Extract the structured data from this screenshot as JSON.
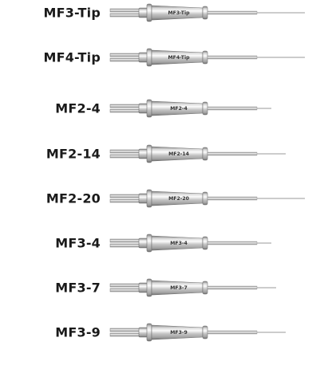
{
  "tips": [
    {
      "name": "MF3-Tip",
      "body_label": "MF3-Tip",
      "needle": "long"
    },
    {
      "name": "MF4-Tip",
      "body_label": "MF4-Tip",
      "needle": "long"
    },
    {
      "name": "MF2-4",
      "body_label": "MF2-4",
      "needle": "short"
    },
    {
      "name": "MF2-14",
      "body_label": "MF2-14",
      "needle": "medium"
    },
    {
      "name": "MF2-20",
      "body_label": "MF2-20",
      "needle": "long"
    },
    {
      "name": "MF3-4",
      "body_label": "MF3-4",
      "needle": "short"
    },
    {
      "name": "MF3-7",
      "body_label": "MF3-7",
      "needle": "short-medium"
    },
    {
      "name": "MF3-9",
      "body_label": "MF3-9",
      "needle": "medium"
    }
  ],
  "colors": {
    "label_text": "#1a1a1a",
    "metal_dark": "#8a8a8a",
    "metal_mid": "#c9c9c9",
    "metal_light": "#f2f2f2",
    "needle": "#9a9a9a"
  }
}
